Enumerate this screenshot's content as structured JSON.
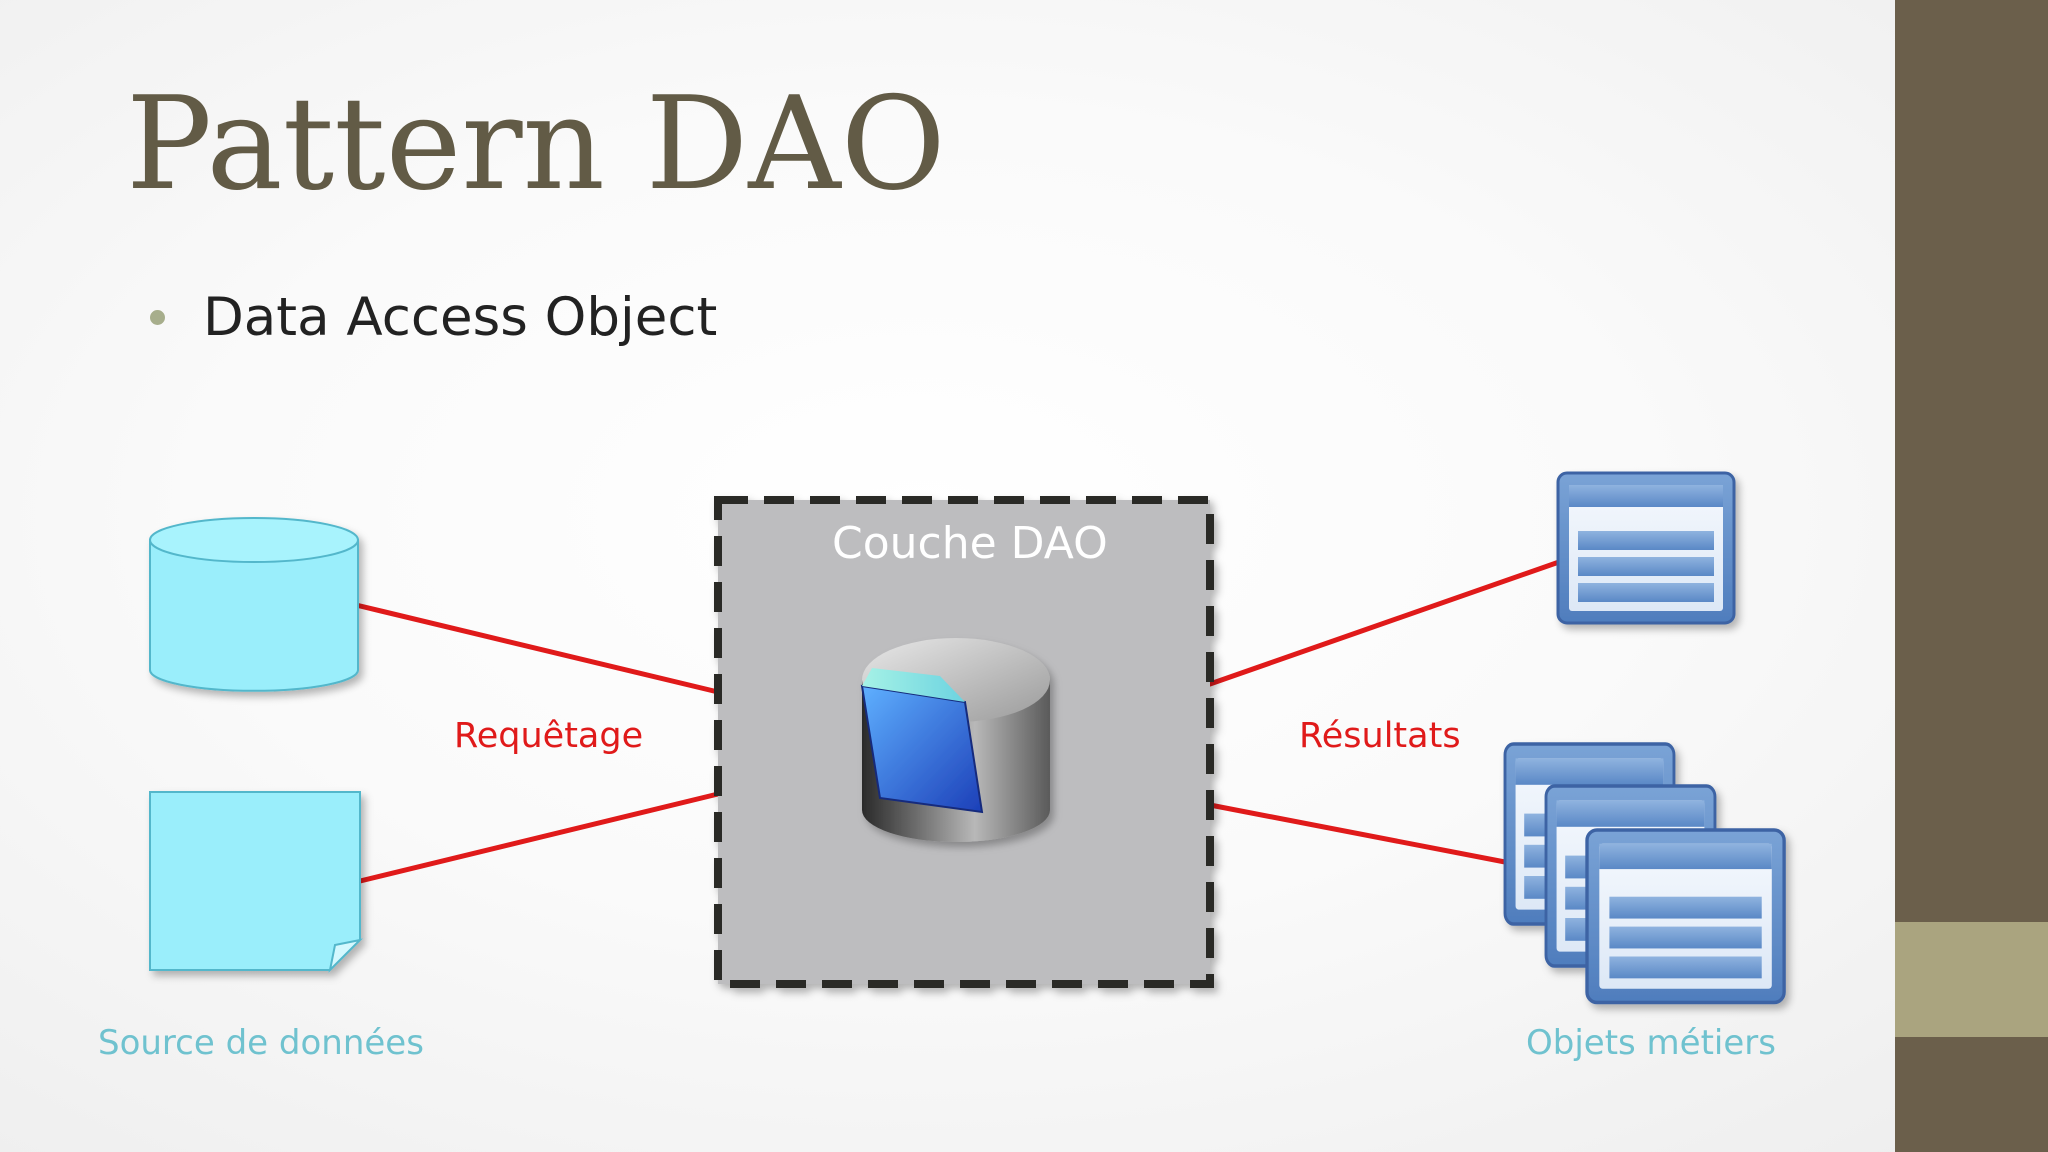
{
  "slide": {
    "title": "Pattern DAO",
    "bullet": "Data Access Object"
  },
  "diagram": {
    "layer_label": "Couche DAO",
    "query_label": "Requêtage",
    "results_label": "Résultats",
    "source_label": "Source de données",
    "objects_label": "Objets métiers"
  },
  "icons": {
    "database": "database-icon",
    "document": "document-icon",
    "dao": "dao-cylinder-icon",
    "window": "window-icon",
    "stacked_windows": "stacked-windows-icon"
  },
  "colors": {
    "title": "#625b46",
    "sidebar": "#6b5f4b",
    "sidebar_accent": "#aaa47f",
    "connector": "#e01a1a",
    "caption": "#6fc2cf",
    "data_source_fill": "#9aeefb",
    "dao_box_fill": "#bdbdbf"
  }
}
